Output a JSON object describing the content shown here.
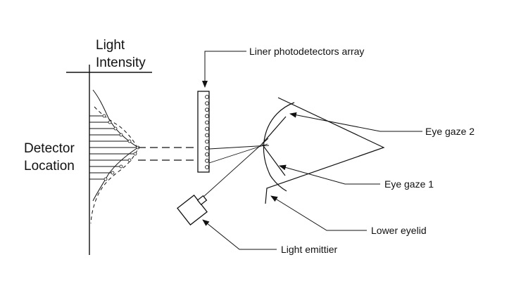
{
  "axis": {
    "y_label_line1": "Light",
    "y_label_line2": "Intensity",
    "x_label_line1": "Detector",
    "x_label_line2": "Location"
  },
  "labels": {
    "detector_array": "Liner photodetectors array",
    "eye_gaze_2": "Eye gaze 2",
    "eye_gaze_1": "Eye gaze 1",
    "lower_eyelid": "Lower eyelid",
    "light_emitter": "Light emittier"
  },
  "colors": {
    "ink": "#111111",
    "background": "#ffffff"
  },
  "detector_element_count": 12
}
